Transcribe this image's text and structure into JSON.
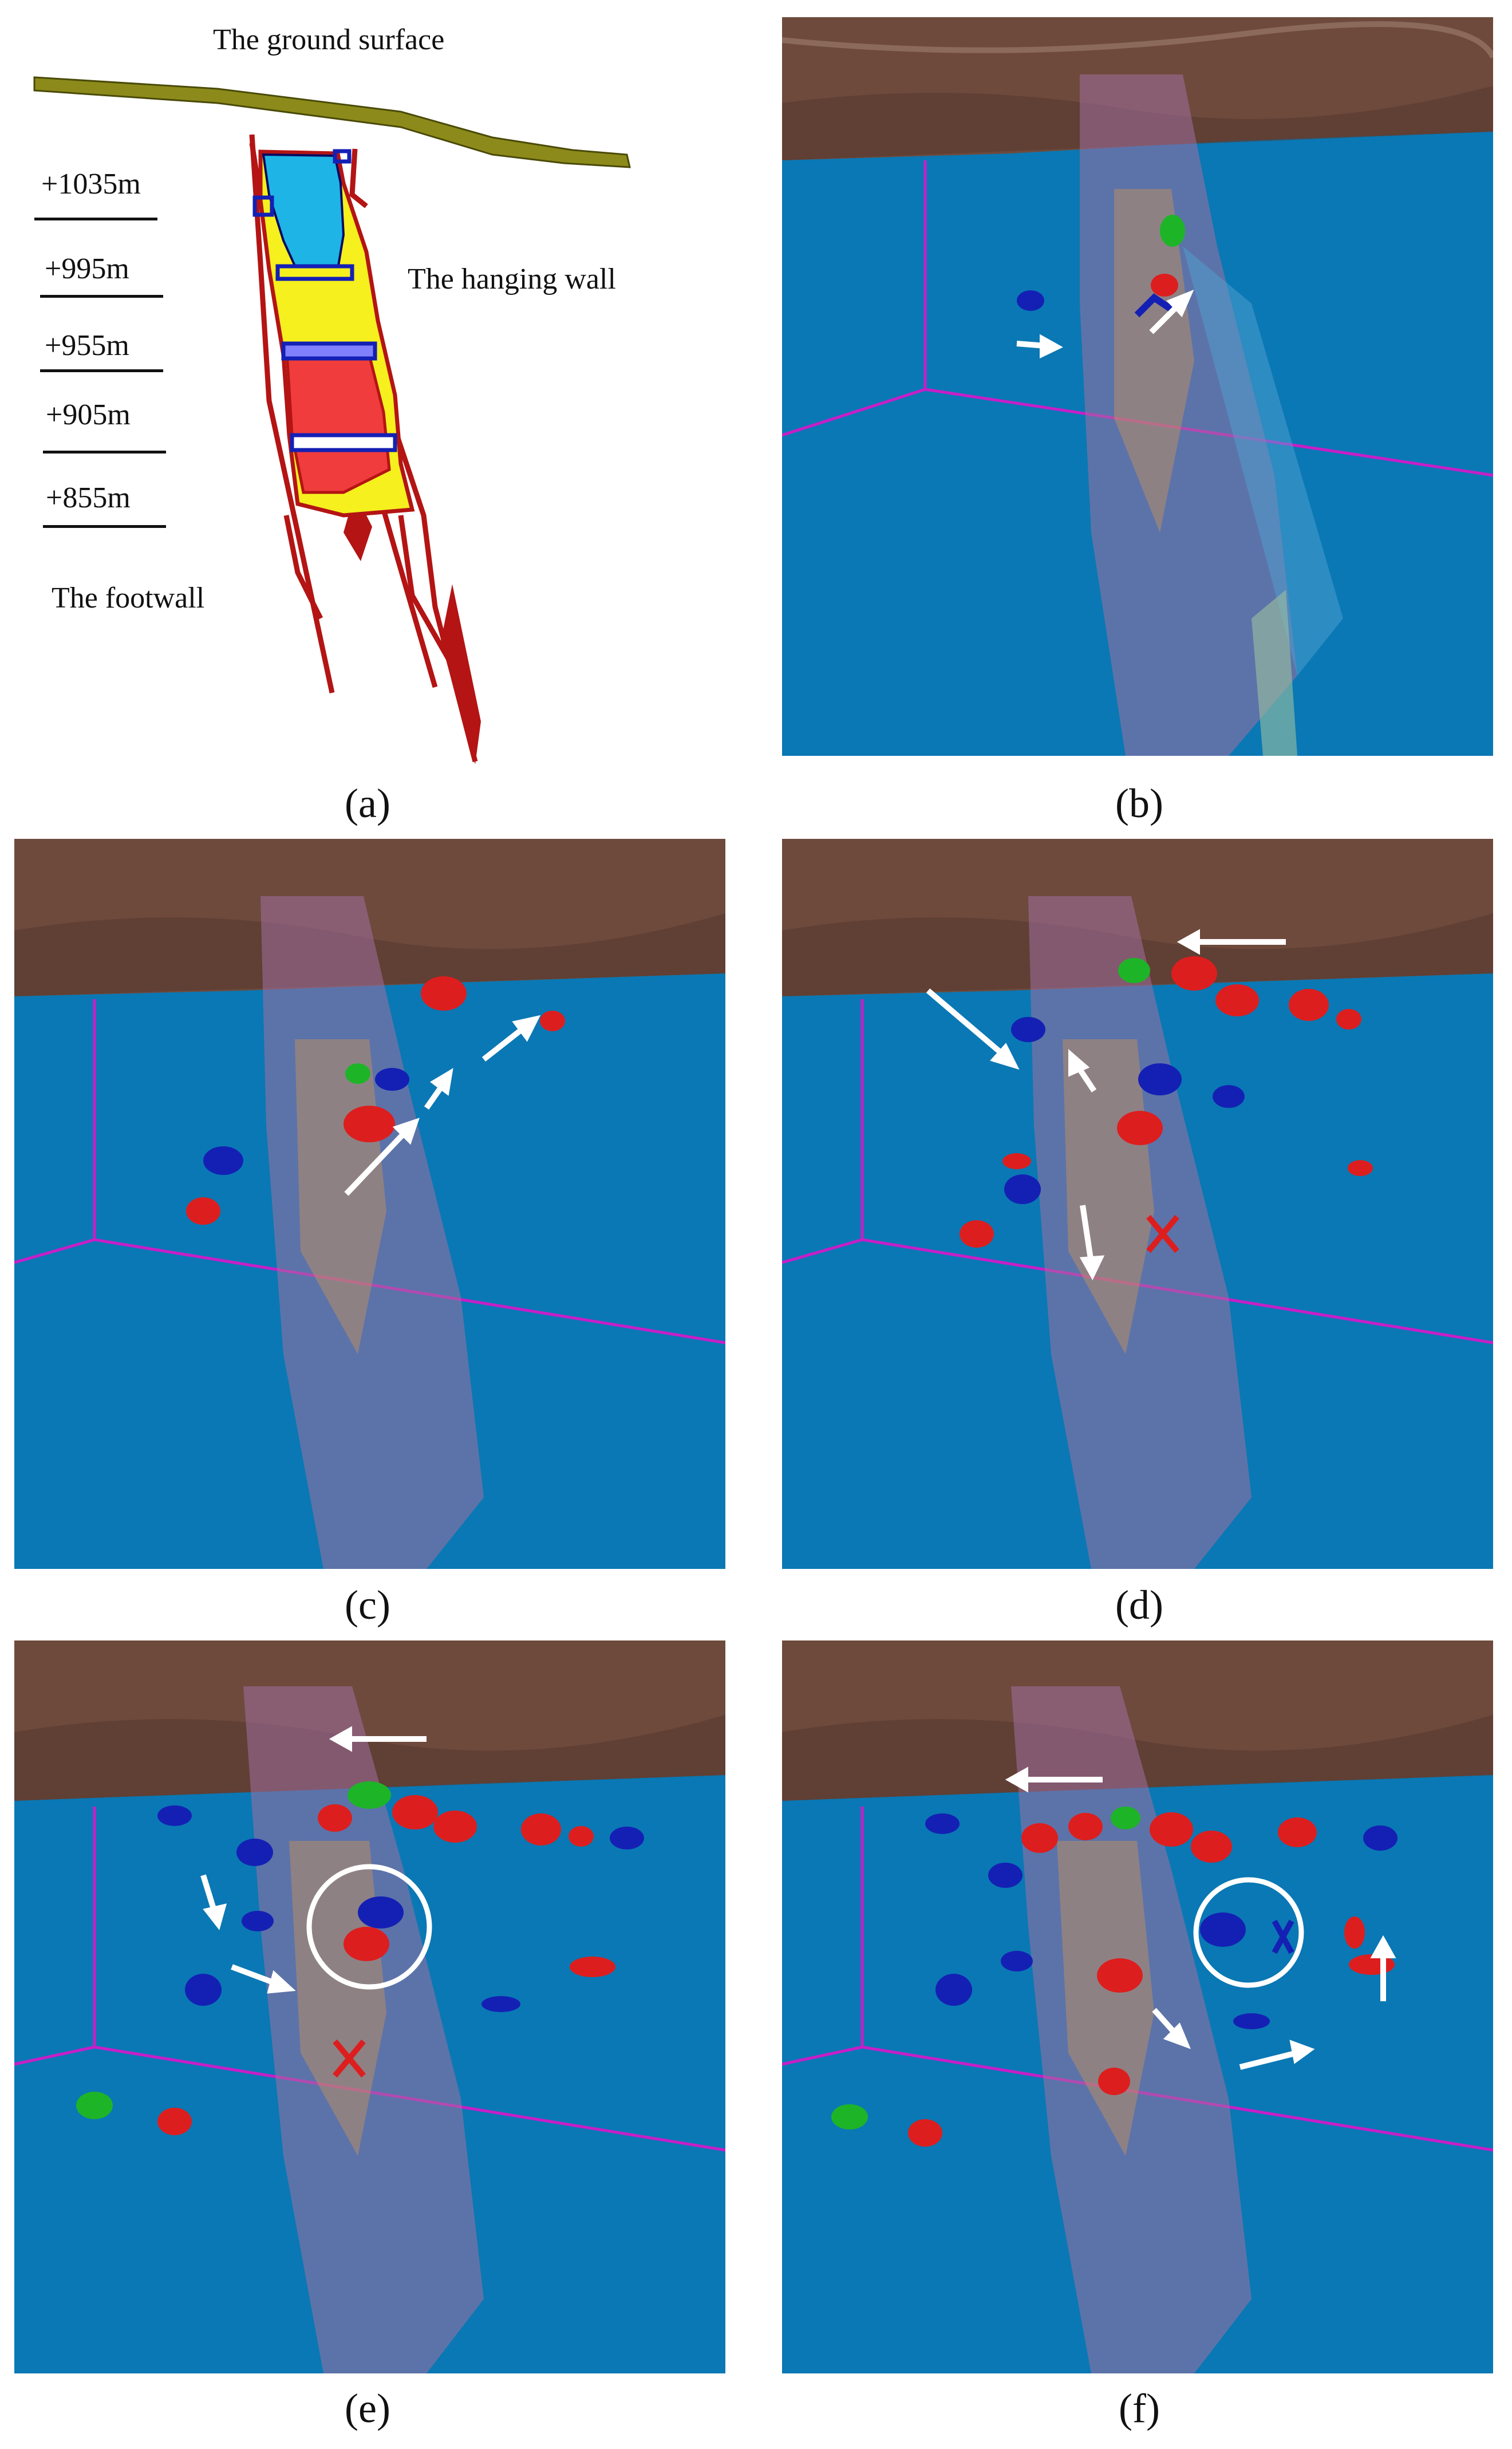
{
  "panel_a": {
    "ground_label": "The ground surface",
    "hanging_label": "The hanging wall",
    "footwall_label": "The footwall",
    "levels": [
      "+1035m",
      "+995m",
      "+955m",
      "+905m",
      "+855m"
    ]
  },
  "captions": {
    "a": "(a)",
    "b": "(b)",
    "c": "(c)",
    "d": "(d)",
    "e": "(e)",
    "f": "(f)"
  },
  "colors": {
    "water_blue": "#0a78b4",
    "terrain_brown": "#6e4a3c",
    "event_red": "#dd1e1e",
    "event_blue": "#1420b4",
    "event_green": "#1eb428",
    "arrow_white": "#ffffff",
    "ground_olive": "#8c8a1a",
    "orebody_cyan": "#1eb4e6",
    "orebody_yellow": "#f5f01e",
    "orebody_red": "#f03c3c",
    "fault_red": "#b41414",
    "box_magenta": "#c81ec8"
  }
}
